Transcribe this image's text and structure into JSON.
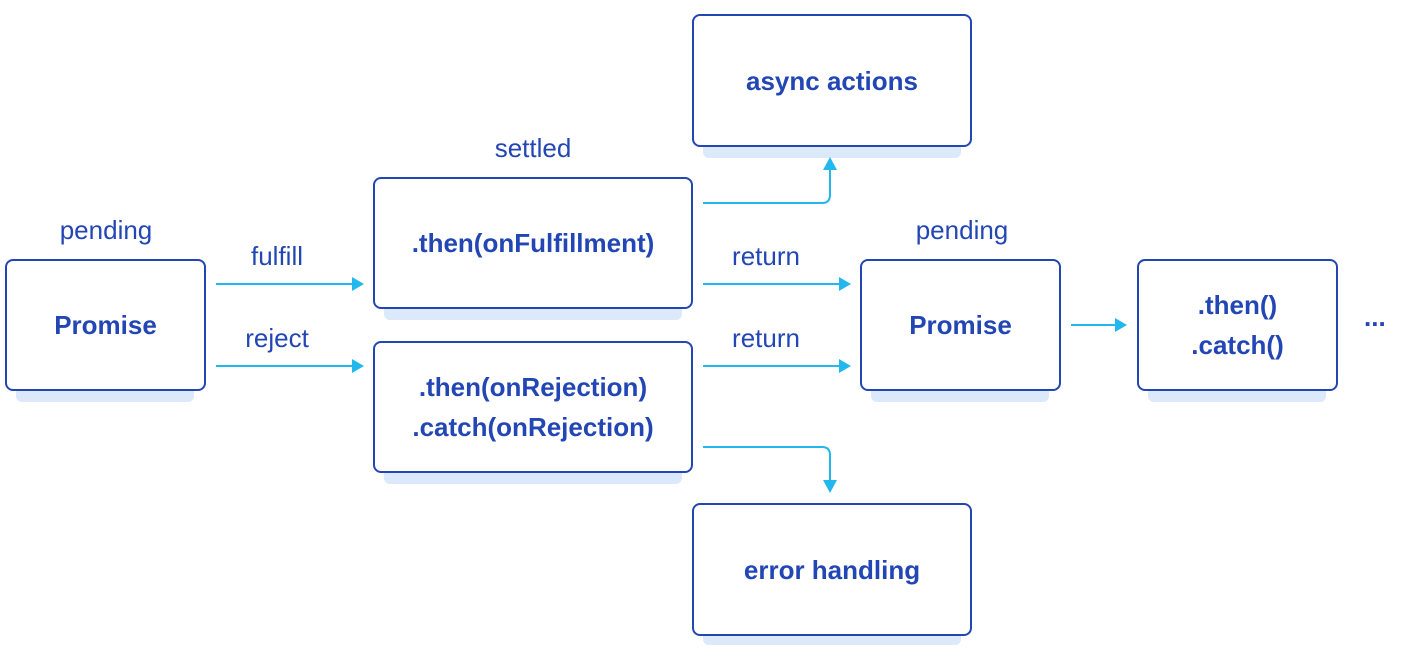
{
  "colors": {
    "box_border": "#2346b5",
    "text": "#2346b5",
    "arrow": "#22b8ee",
    "shadow": "#dbe9fb"
  },
  "nodes": {
    "promise_initial": "Promise",
    "then_fulfillment": ".then(onFulfillment)",
    "then_rejection_line1": ".then(onRejection)",
    "then_rejection_line2": ".catch(onRejection)",
    "async_actions": "async actions",
    "error_handling": "error handling",
    "promise_returned": "Promise",
    "chain_then": ".then()",
    "chain_catch": ".catch()"
  },
  "states": {
    "pending_initial": "pending",
    "settled": "settled",
    "pending_returned": "pending"
  },
  "edges": {
    "fulfill": "fulfill",
    "reject": "reject",
    "return_fulfilled": "return",
    "return_rejected": "return"
  },
  "continuation": "..."
}
